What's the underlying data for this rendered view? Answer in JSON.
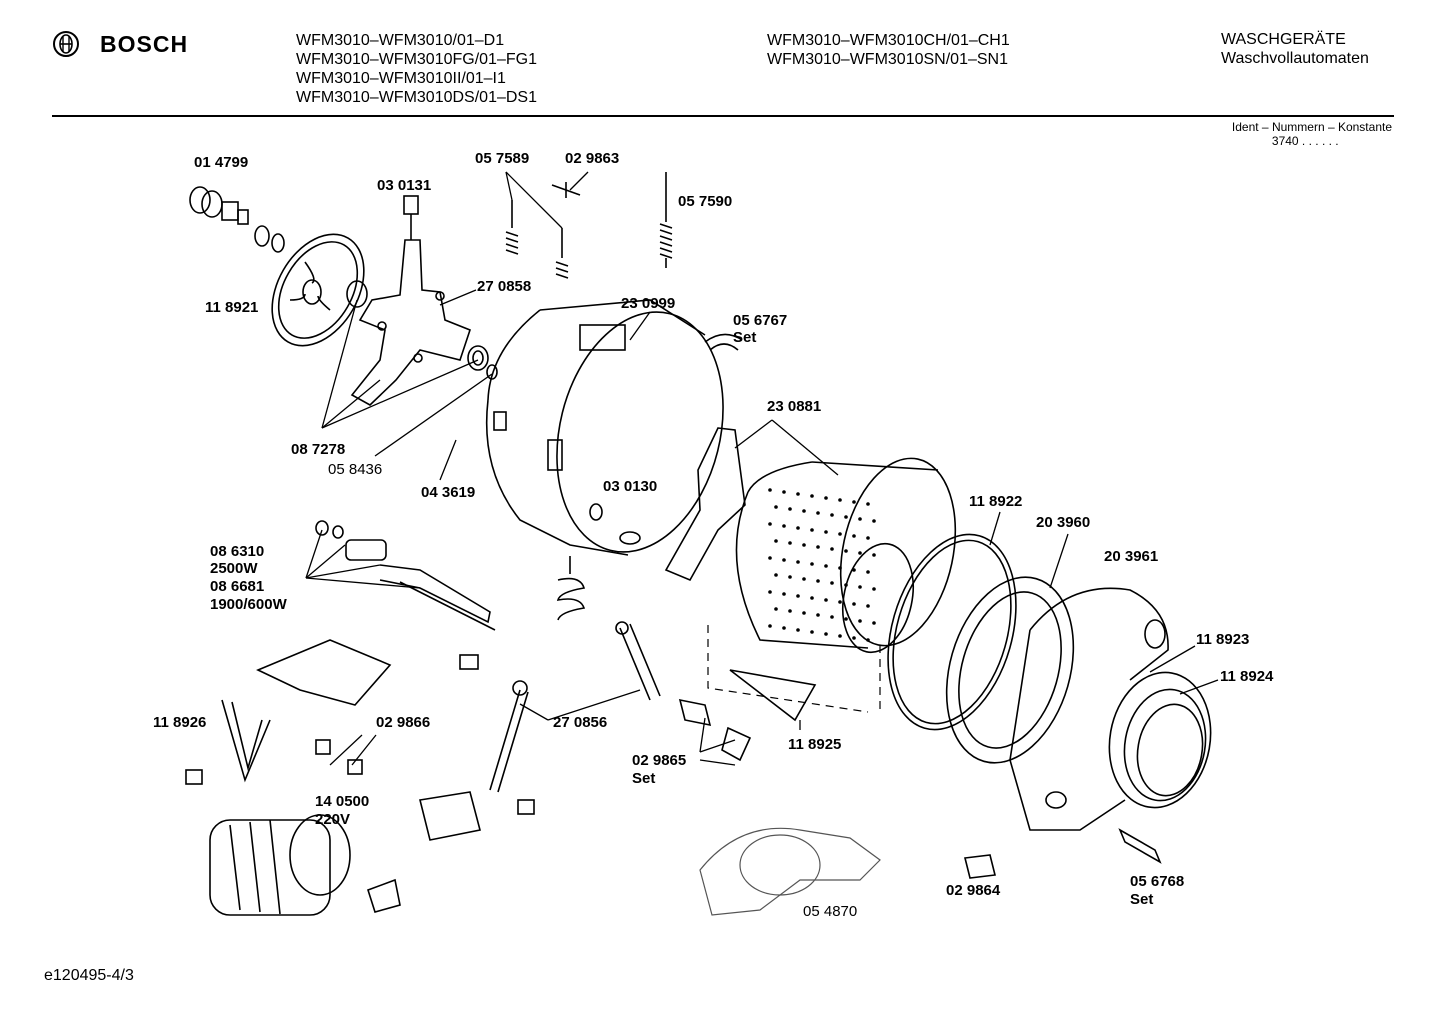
{
  "header": {
    "brand": "BOSCH",
    "models_col1": [
      "WFM3010–WFM3010/01–D1",
      "WFM3010–WFM3010FG/01–FG1",
      "WFM3010–WFM3010II/01–I1",
      "WFM3010–WFM3010DS/01–DS1"
    ],
    "models_col2": [
      "WFM3010–WFM3010CH/01–CH1",
      "WFM3010–WFM3010SN/01–SN1"
    ],
    "category": "WASCHGERÄTE",
    "subcategory": "Waschvollautomaten",
    "ident_label": "Ident – Nummern – Konstante",
    "ident_value": "3740 .  .  .  .  .  ."
  },
  "footer": {
    "doc_id": "e120495-4/3"
  },
  "labels": [
    {
      "id": "p014799",
      "text": "01 4799"
    },
    {
      "id": "p030131",
      "text": "03 0131"
    },
    {
      "id": "p057589",
      "text": "05 7589"
    },
    {
      "id": "p029863",
      "text": "02 9863"
    },
    {
      "id": "p057590",
      "text": "05 7590"
    },
    {
      "id": "p118921",
      "text": "11 8921"
    },
    {
      "id": "p270858",
      "text": "27 0858"
    },
    {
      "id": "p230999",
      "text": "23 0999"
    },
    {
      "id": "p056767",
      "text": "05 6767"
    },
    {
      "id": "p056767s",
      "text": "Set"
    },
    {
      "id": "p087278",
      "text": "08 7278"
    },
    {
      "id": "p058436",
      "text": "05 8436"
    },
    {
      "id": "p043619",
      "text": "04 3619"
    },
    {
      "id": "p230881",
      "text": "23 0881"
    },
    {
      "id": "p030130",
      "text": "03 0130"
    },
    {
      "id": "p118922",
      "text": "11 8922"
    },
    {
      "id": "p203960",
      "text": "20 3960"
    },
    {
      "id": "p203961",
      "text": "20 3961"
    },
    {
      "id": "p086310",
      "text": "08 6310"
    },
    {
      "id": "p2500w",
      "text": "2500W"
    },
    {
      "id": "p086681",
      "text": "08 6681"
    },
    {
      "id": "p1900w",
      "text": "1900/600W"
    },
    {
      "id": "p118923",
      "text": "11 8923"
    },
    {
      "id": "p118924",
      "text": "11 8924"
    },
    {
      "id": "p118926",
      "text": "11 8926"
    },
    {
      "id": "p029866",
      "text": "02 9866"
    },
    {
      "id": "p270856",
      "text": "27 0856"
    },
    {
      "id": "p029865",
      "text": "02 9865"
    },
    {
      "id": "p029865s",
      "text": "Set"
    },
    {
      "id": "p118925",
      "text": "11 8925"
    },
    {
      "id": "p140500",
      "text": "14 0500"
    },
    {
      "id": "p220v",
      "text": "220V"
    },
    {
      "id": "p054870",
      "text": "05 4870"
    },
    {
      "id": "p029864",
      "text": "02 9864"
    },
    {
      "id": "p056768",
      "text": "05 6768"
    },
    {
      "id": "p056768s",
      "text": "Set"
    }
  ]
}
